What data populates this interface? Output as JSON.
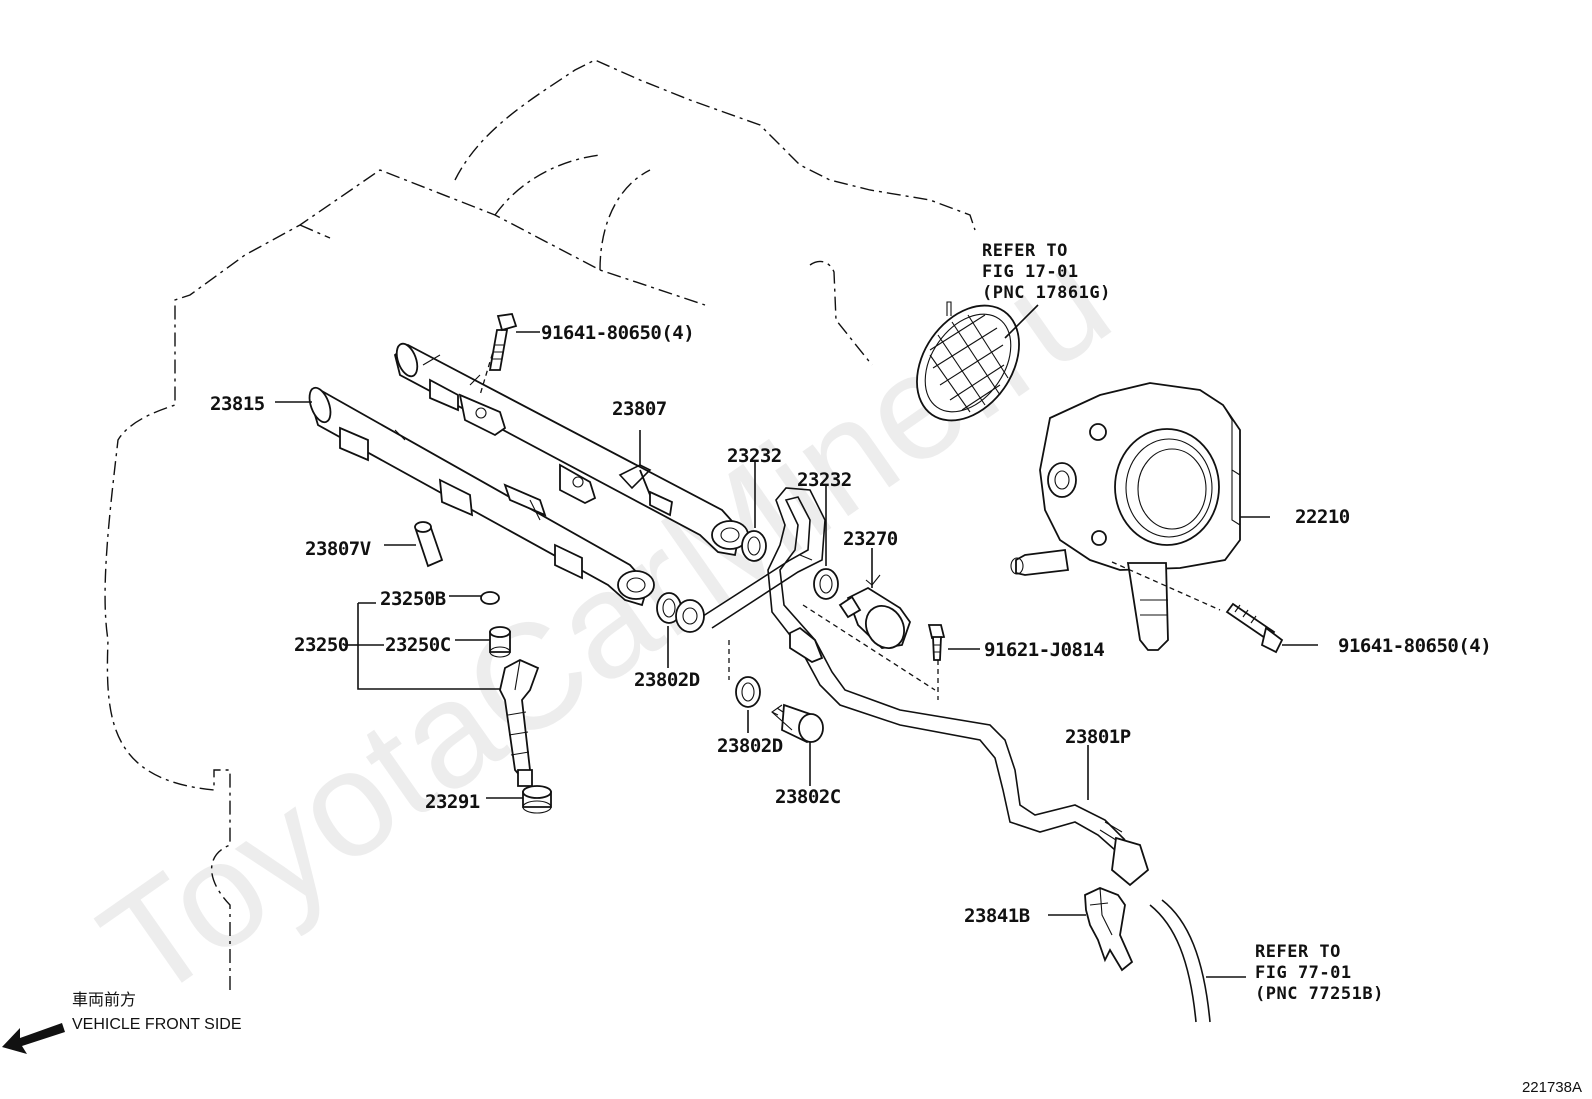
{
  "watermark": "ToyotaCarMine.ru",
  "figure_code": "221738A",
  "front_marker": {
    "japanese": "車両前方",
    "english": "VEHICLE FRONT SIDE"
  },
  "references": {
    "fig17": [
      "REFER TO",
      "FIG 17-01",
      "(PNC 17861G)"
    ],
    "fig77": [
      "REFER TO",
      "FIG 77-01",
      "(PNC 77251B)"
    ]
  },
  "labels": {
    "bolt_top": "91641-80650(4)",
    "rail_upper": "23807",
    "rail_lower": "23815",
    "pipe_plug": "23807V",
    "o_ring": "23250B",
    "insulator": "23250C",
    "injector_set": "23250",
    "injector_cushion": "23291",
    "gasket_a": "23232",
    "gasket_b": "23232",
    "pulsation_damper": "23270",
    "bolt_small": "91621-J0814",
    "gasket_c": "23802D",
    "gasket_d": "23802D",
    "union_bolt": "23802C",
    "fuel_pipe": "23801P",
    "clamp": "23841B",
    "throttle_body": "22210",
    "bolt_right": "91641-80650(4)"
  }
}
